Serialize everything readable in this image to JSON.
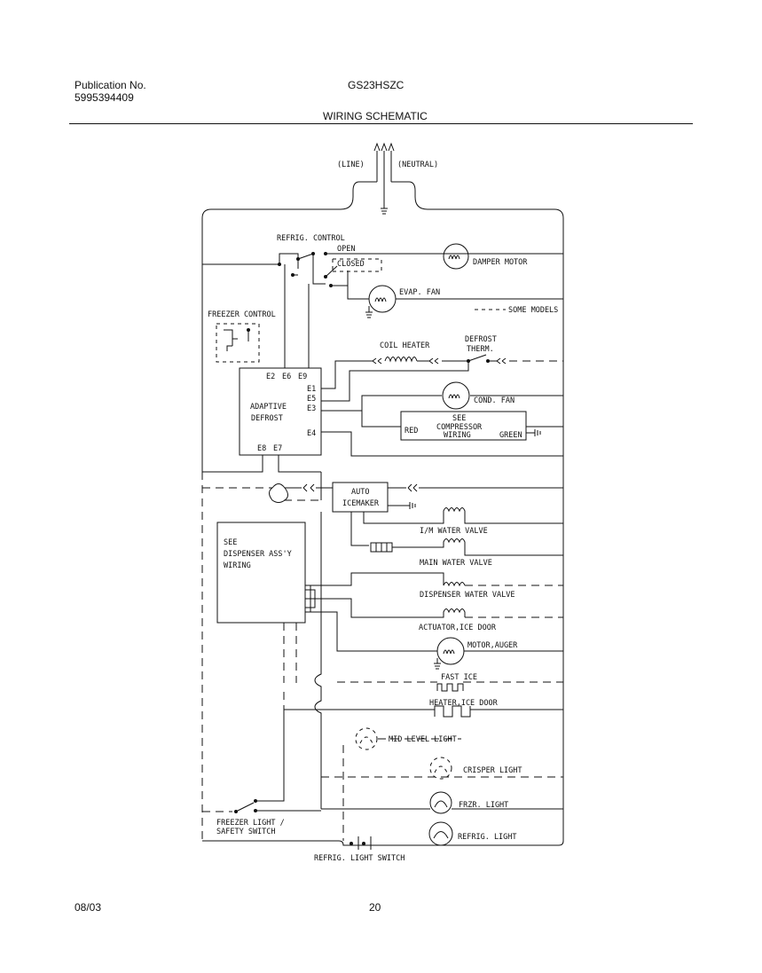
{
  "header": {
    "publication_label": "Publication No.",
    "publication_number": "5995394409",
    "model": "GS23HSZC",
    "section_title": "WIRING SCHEMATIC"
  },
  "footer": {
    "date": "08/03",
    "page": "20"
  },
  "schematic": {
    "line": "(LINE)",
    "neutral": "(NEUTRAL)",
    "refrig_control": "REFRIG. CONTROL",
    "open": "OPEN",
    "closed": "CLOSED",
    "damper_motor": "DAMPER MOTOR",
    "evap_fan": "EVAP. FAN",
    "some_models": "SOME MODELS",
    "freezer_control": "FREEZER CONTROL",
    "coil_heater": "COIL HEATER",
    "defrost_therm_1": "DEFROST",
    "defrost_therm_2": "THERM.",
    "adaptive_1": "ADAPTIVE",
    "adaptive_2": "DEFROST",
    "e2": "E2",
    "e6": "E6",
    "e9": "E9",
    "e1": "E1",
    "e5": "E5",
    "e3": "E3",
    "e4": "E4",
    "e8": "E8",
    "e7": "E7",
    "cond_fan": "COND. FAN",
    "see_comp_1": "SEE",
    "see_comp_2": "COMPRESSOR",
    "see_comp_3": "WIRING",
    "red": "RED",
    "green": "GREEN",
    "auto_icemaker_1": "AUTO",
    "auto_icemaker_2": "ICEMAKER",
    "see_dispenser_1": "SEE",
    "see_dispenser_2": "DISPENSER ASS'Y",
    "see_dispenser_3": "WIRING",
    "im_water_valve": "I/M WATER VALVE",
    "main_water_valve": "MAIN WATER VALVE",
    "dispenser_water_valve": "DISPENSER WATER VALVE",
    "actuator_ice_door": "ACTUATOR,ICE DOOR",
    "motor_auger": "MOTOR,AUGER",
    "fast_ice": "FAST ICE",
    "heater_ice_door": "HEATER,ICE DOOR",
    "mid_level_light": "MID LEVEL LIGHT",
    "crisper_light": "CRISPER LIGHT",
    "fzr_light": "FRZR. LIGHT",
    "refrig_light": "REFRIG. LIGHT",
    "freezer_light_1": "FREEZER LIGHT /",
    "freezer_light_2": "SAFETY SWITCH",
    "refrig_light_switch": "REFRIG. LIGHT SWITCH"
  }
}
